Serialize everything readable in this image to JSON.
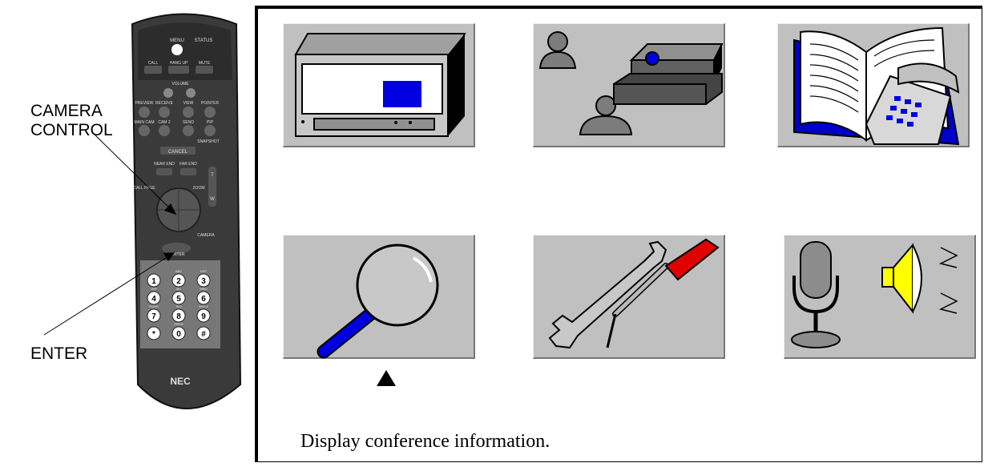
{
  "callouts": {
    "camera_control": [
      "CAMERA",
      "CONTROL"
    ],
    "enter": "ENTER"
  },
  "remote": {
    "brand": "NEC",
    "buttons": {
      "menu": "MENU",
      "status": "STATUS",
      "call": "CALL",
      "hang_up": "HANG UP",
      "mute": "MUTE",
      "volume": "VOLUME",
      "preview": "PREVIEW",
      "receive": "RECEIVE",
      "view": "VIEW",
      "pointer": "POINTER",
      "main_cam": "MAIN CAM",
      "cam2": "CAM 2",
      "send": "SEND",
      "pip": "PIP",
      "snapshot": "SNAPSHOT",
      "cancel": "CANCEL",
      "near_end": "NEAR END",
      "far_end": "FAR END",
      "call_page": "CALL PAGE",
      "zoom": "ZOOM",
      "camera": "CAMERA",
      "enter": "ENTER",
      "zoom_t": "T",
      "zoom_w": "W"
    },
    "keypad": [
      {
        "digit": "1",
        "letters": ""
      },
      {
        "digit": "2",
        "letters": "ABC"
      },
      {
        "digit": "3",
        "letters": "DEF"
      },
      {
        "digit": "4",
        "letters": "GHI"
      },
      {
        "digit": "5",
        "letters": "JKL"
      },
      {
        "digit": "6",
        "letters": "MNO"
      },
      {
        "digit": "7",
        "letters": "PQRS"
      },
      {
        "digit": "8",
        "letters": "TUV"
      },
      {
        "digit": "9",
        "letters": "WXYZ"
      },
      {
        "digit": "*",
        "letters": ""
      },
      {
        "digit": "0",
        "letters": "OPER"
      },
      {
        "digit": "#",
        "letters": ""
      }
    ]
  },
  "menu": {
    "tiles": [
      {
        "icon": "monitor-icon"
      },
      {
        "icon": "camera-conference-icon"
      },
      {
        "icon": "phonebook-icon"
      },
      {
        "icon": "magnifier-icon"
      },
      {
        "icon": "tools-icon"
      },
      {
        "icon": "audio-icon"
      }
    ],
    "selected_index": 3,
    "status_text": "Display conference information."
  },
  "colors": {
    "tile_bg": "#c0c0c0",
    "accent_blue": "#0000e0",
    "accent_red": "#e00000",
    "remote_body": "#3a3a3a"
  }
}
